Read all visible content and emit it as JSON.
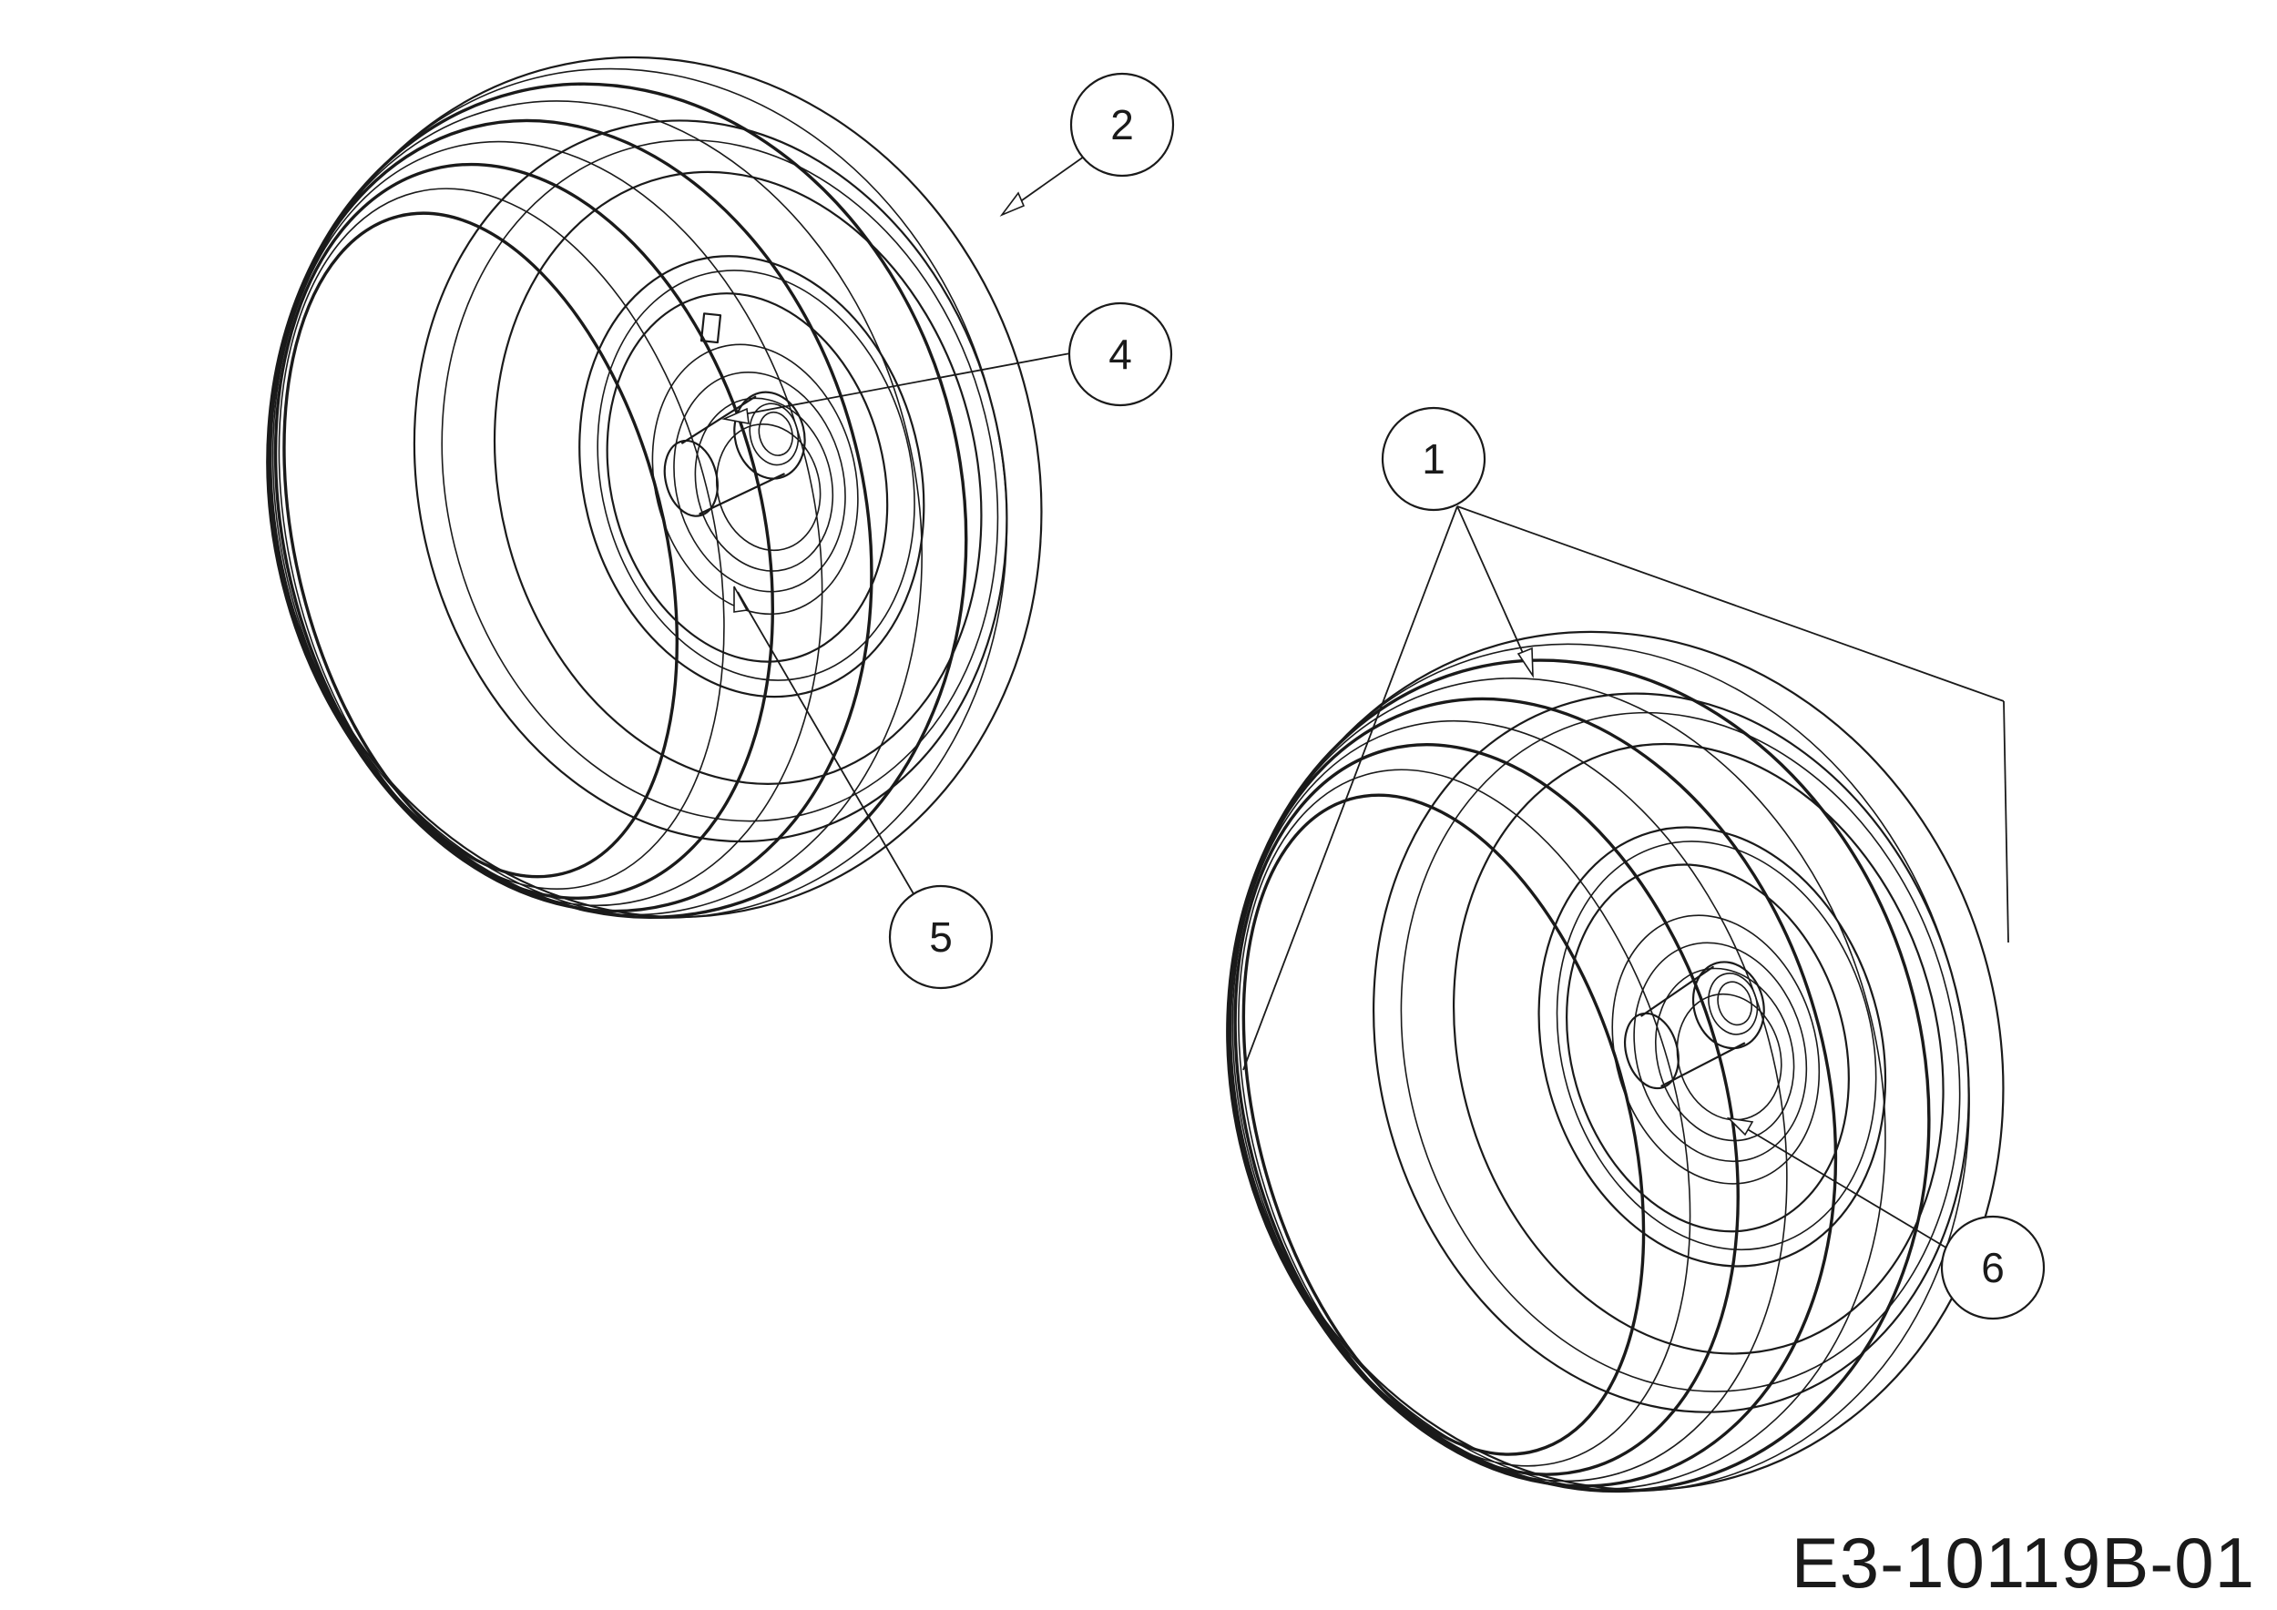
{
  "drawing_number": "E3-10119B-01",
  "callouts": [
    {
      "id": "callout-1",
      "label": "1"
    },
    {
      "id": "callout-2",
      "label": "2"
    },
    {
      "id": "callout-4",
      "label": "4"
    },
    {
      "id": "callout-5",
      "label": "5"
    },
    {
      "id": "callout-6",
      "label": "6"
    }
  ],
  "parts": [
    {
      "id": "wheel-left",
      "name": "wheel-assembly-left"
    },
    {
      "id": "wheel-right",
      "name": "wheel-assembly-right"
    }
  ]
}
